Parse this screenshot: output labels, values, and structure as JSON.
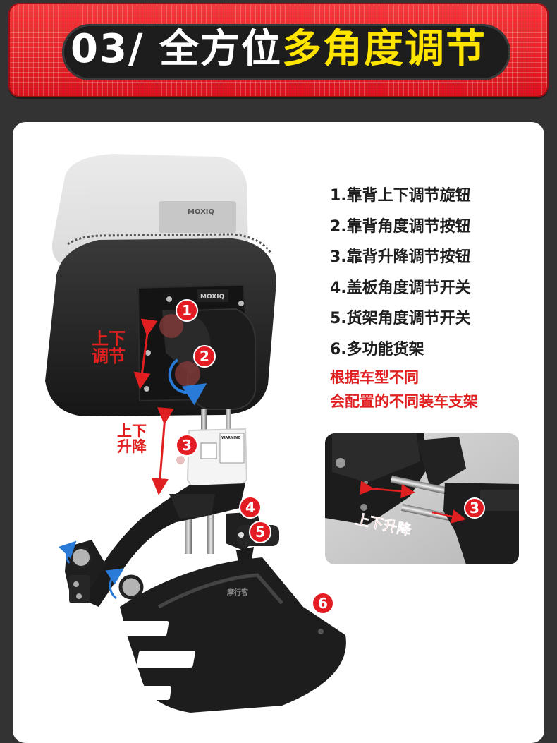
{
  "header": {
    "number": "03/",
    "title_white": "全方位",
    "title_yellow": "多角度调节"
  },
  "features": [
    "1.靠背上下调节旋钮",
    "2.靠背角度调节按钮",
    "3.靠背升降调节按钮",
    "4.盖板角度调节开关",
    "5.货架角度调节开关",
    "6.多功能货架"
  ],
  "notes": [
    "根据车型不同",
    "会配置的不同装车支架"
  ],
  "callouts": {
    "adjust_updown": [
      "上下",
      "调节"
    ],
    "lift_updown": [
      "上下",
      "升降"
    ],
    "inset_text": "上下升降"
  },
  "markers": [
    "1",
    "2",
    "3",
    "4",
    "5",
    "6",
    "3"
  ],
  "product_text": {
    "brand": "MOXIQ",
    "warning": "WARNING",
    "rack_brand": "摩行客"
  },
  "colors": {
    "banner_red": "#e31c23",
    "title_yellow": "#ffe400",
    "callout_red": "#e02020",
    "marker_red": "#e31c23",
    "arrow_blue": "#2a7bd8"
  }
}
